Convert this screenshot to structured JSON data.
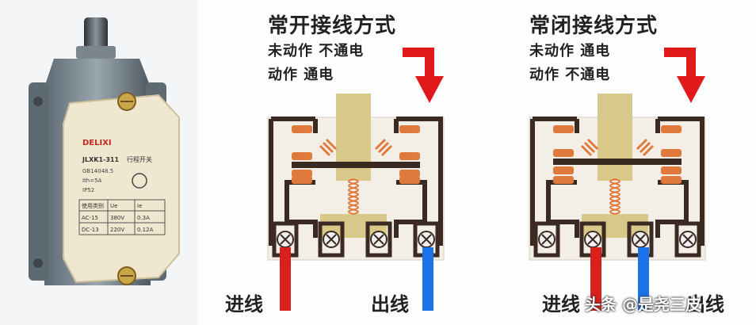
{
  "product": {
    "brand": "DELIXI",
    "model": "JLXK1-311",
    "type": "行程开关",
    "standard": "GB14048.5",
    "current": "Ith=5A",
    "protection": "IP52",
    "rating_headers": [
      "使用类别",
      "Ue",
      "Ie"
    ],
    "rating_rows": [
      [
        "AC-15",
        "380V",
        "0.3A"
      ],
      [
        "DC-13",
        "220V",
        "0.12A"
      ]
    ]
  },
  "diagrams": [
    {
      "title": "常开接线方式",
      "state_rest": "未动作 不通电",
      "state_active": "动作 通电",
      "label_in": "进线",
      "label_out": "出线"
    },
    {
      "title": "常闭接线方式",
      "state_rest": "未动作 通电",
      "state_active": "动作 不通电",
      "label_in": "进线",
      "label_out": "出线"
    }
  ],
  "watermark": "头条 @是尧三皮",
  "colors": {
    "frame": "#3a2a22",
    "contact": "#e07a3c",
    "plunger": "#d8c98a",
    "wire_red": "#d9201c",
    "wire_blue": "#1a73e8",
    "arrow": "#e01a1a",
    "switch_label": "#efe7cf",
    "switch_body": "#7e8c97"
  }
}
